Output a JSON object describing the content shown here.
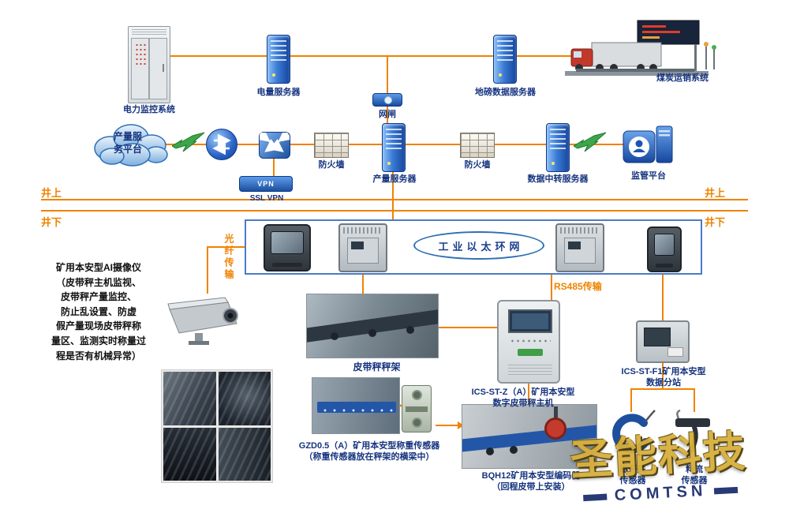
{
  "top": {
    "power_monitor_label": "电力监控系统",
    "power_server_label": "电量服务器",
    "gateway_label": "网闸",
    "weighbridge_server_label": "地磅数据服务器",
    "coal_sales_label": "煤炭运销系统"
  },
  "mid": {
    "cloud_label": "产量服务平台",
    "firewall1_label": "防火墙",
    "production_server_label": "产量服务器",
    "firewall2_label": "防火墙",
    "relay_server_label": "数据中转服务器",
    "supervision_label": "监管平台",
    "vpn_device": "VPN",
    "vpn_label": "SSL VPN"
  },
  "divider": {
    "above_left": "井上",
    "below_left": "井下",
    "above_right": "井上",
    "below_right": "井下"
  },
  "underground": {
    "ring_label": "工业以太环网",
    "fiber_label": "光纤传输",
    "rs485_label": "RS485传输",
    "camera_desc": "矿用本安型AI摄像仪\n（皮带秤主机监视、\n皮带秤产量监控、\n防止乱设置、防虚\n假产量现场皮带秤称\n量区、监测实时称量过\n程是否有机械异常）",
    "belt_frame_label": "皮带秤秤架",
    "host_label": "ICS-ST-Z（A）矿用本安型\n数字皮带秤主机",
    "substation_label": "ICS-ST-F1矿用本安型\n数据分站",
    "load_cell_label": "GZD0.5（A）矿用本安型称重传感器\n（称重传感器放在秤架的横梁中）",
    "encoder_label": "BQH12矿用本安型编码器\n（回程皮带上安装）",
    "magnet_sensor_label": "磁开关\n传感器",
    "flow_sensor_label": "料流\n传感器"
  },
  "watermark": {
    "cn": "圣能科技",
    "en": "COMTSN"
  },
  "colors": {
    "connector": "#f08300",
    "label_navy": "#15337e",
    "device_blue": "#2a62c8",
    "lightning_green": "#3da54a",
    "watermark_gold": "#d8ae3c"
  }
}
